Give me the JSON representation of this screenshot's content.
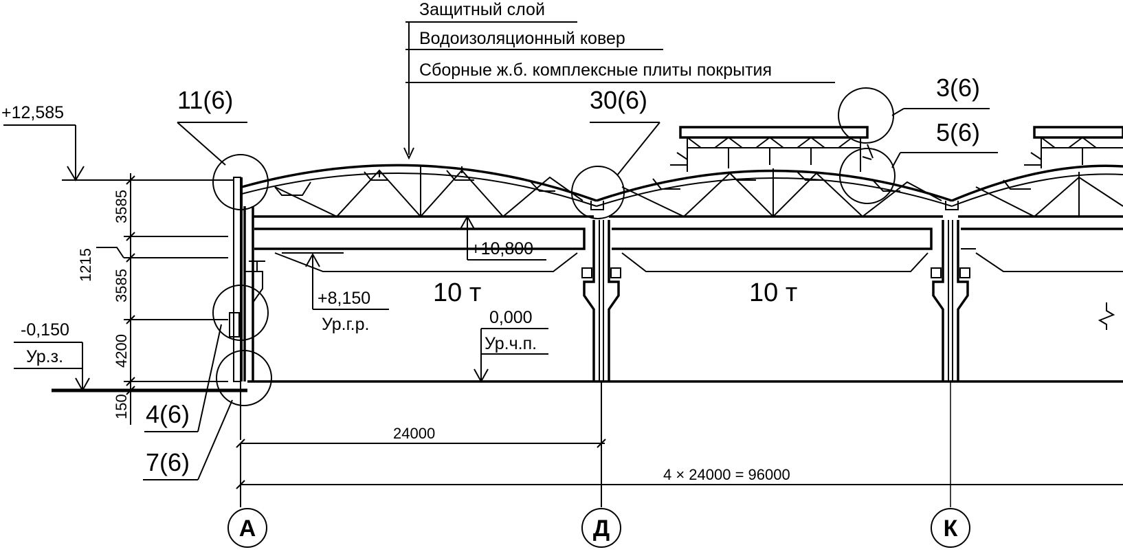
{
  "layers": {
    "protective": "Защитный слой",
    "waterproofing": "Водоизоляционный ковер",
    "slabs": "Сборные ж.б. комплексные плиты покрытия"
  },
  "callouts": {
    "c11": "11(6)",
    "c30": "30(6)",
    "c3": "3(6)",
    "c5": "5(6)",
    "c4": "4(6)",
    "c7": "7(6)"
  },
  "levels": {
    "top": "+12,585",
    "bottom_chord": "+10,800",
    "rail": "+8,150",
    "rail_note": "Ур.г.р.",
    "ground": "-0,150",
    "ground_note": "Ур.з.",
    "floor": "0,000",
    "floor_note": "Ур.ч.п."
  },
  "vertical_dims": [
    "3585",
    "1215",
    "3585",
    "4200",
    "150"
  ],
  "crane_loads": [
    "10 т",
    "10 т"
  ],
  "horizontal_dims": {
    "span": "24000",
    "total": "4 × 24000 = 96000"
  },
  "axes": [
    "А",
    "Д",
    "К"
  ]
}
